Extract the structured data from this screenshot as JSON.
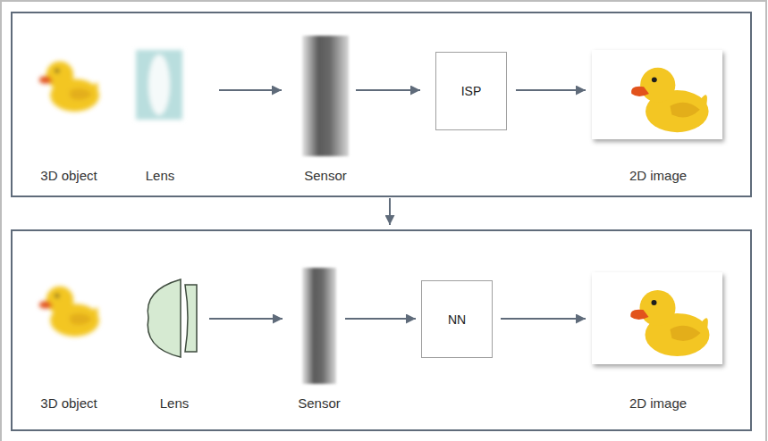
{
  "diagram": {
    "nodes": [
      {
        "text": []
      },
      {
        "text": [
          "3D object"
        ],
        "in": 0
      },
      {
        "text": [
          "Lens"
        ],
        "in": 0
      },
      {
        "text": [
          "Sensor"
        ],
        "in": 0
      },
      {
        "text": [
          "ISP"
        ],
        "in": 0
      },
      {
        "text": [
          "2D image"
        ],
        "in": 0
      },
      {
        "text": []
      },
      {
        "text": [
          "3D object"
        ],
        "in": 6
      },
      {
        "text": [
          "Lens"
        ],
        "in": 6
      },
      {
        "text": [
          "Sensor"
        ],
        "in": 6
      },
      {
        "text": [
          "NN"
        ],
        "in": 6
      },
      {
        "text": [
          "2D image"
        ],
        "in": 6
      }
    ],
    "edges": [
      {
        "from": 2,
        "to": 3,
        "arrow": "to"
      },
      {
        "from": 3,
        "to": 4,
        "arrow": "to"
      },
      {
        "from": 4,
        "to": 5,
        "arrow": "to"
      },
      {
        "from": 0,
        "to": 6,
        "arrow": "to"
      },
      {
        "from": 8,
        "to": 9,
        "arrow": "to"
      },
      {
        "from": 9,
        "to": 10,
        "arrow": "to"
      },
      {
        "from": 10,
        "to": 11,
        "arrow": "to"
      }
    ]
  }
}
